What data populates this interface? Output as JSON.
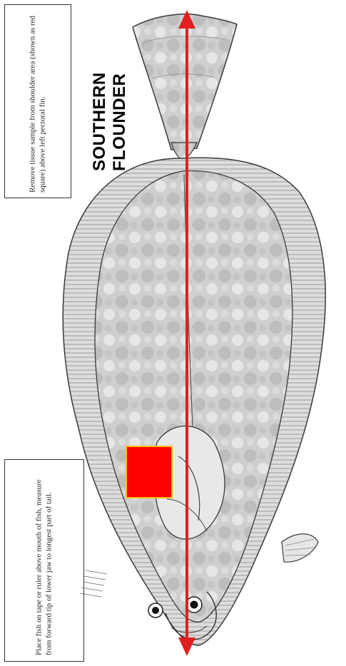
{
  "species_title": {
    "line1": "SOUTHERN",
    "line2": "FLOUNDER"
  },
  "note_tissue": "Remove tissue sample from shoulder area (shown as red square) above left pectoral fin.",
  "note_measure": "Place fish on tape or ruler above mouth of fish, measure from forward tip of lower jaw to longest part of tail.",
  "colors": {
    "arrow": "#e02020",
    "sample_square": "#ff0000",
    "sample_border": "#f2c200",
    "fish_fill": "#d2d2d2",
    "fish_outline": "#3a3a3a"
  }
}
